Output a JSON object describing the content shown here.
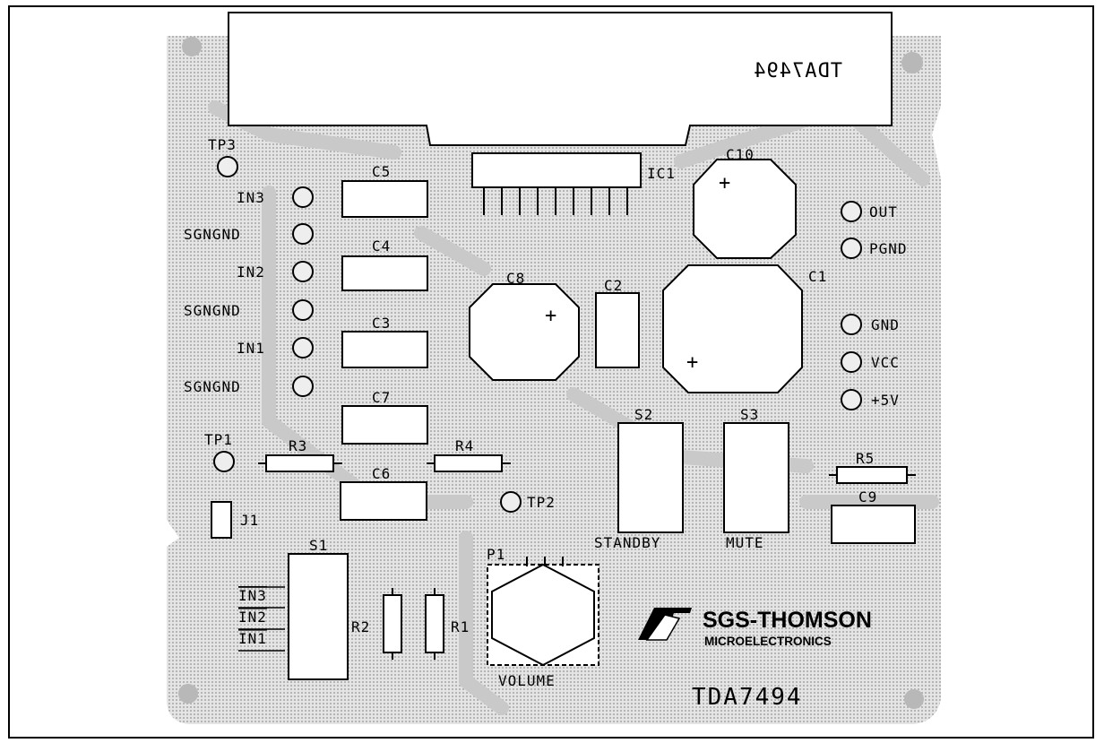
{
  "board": {
    "chip_model": "TDA7494",
    "chip_marking_mirrored": "TDA7494",
    "brand_line1": "SGS-THOMSON",
    "brand_line2": "MICROELECTRONICS",
    "colors": {
      "copper_fill": "#dadada",
      "copper_dot": "#b8b8b8",
      "ink": "#000000",
      "background": "#ffffff"
    }
  },
  "labels": {
    "ic1": "IC1",
    "tp1": "TP1",
    "tp2": "TP2",
    "tp3": "TP3",
    "in1": "IN1",
    "in2": "IN2",
    "in3": "IN3",
    "sgngnd_1": "SGNGND",
    "sgngnd_2": "SGNGND",
    "sgngnd_3": "SGNGND",
    "out": "OUT",
    "pgnd": "PGND",
    "gnd": "GND",
    "vcc": "VCC",
    "p5v": "+5V",
    "c1": "C1",
    "c2": "C2",
    "c3": "C3",
    "c4": "C4",
    "c5": "C5",
    "c6": "C6",
    "c7": "C7",
    "c8": "C8",
    "c9": "C9",
    "c10": "C10",
    "r1": "R1",
    "r2": "R2",
    "r3": "R3",
    "r4": "R4",
    "r5": "R5",
    "s1": "S1",
    "s2": "S2",
    "s3": "S3",
    "j1": "J1",
    "p1": "P1",
    "standby": "STANDBY",
    "mute": "MUTE",
    "volume": "VOLUME",
    "s1_in3": "IN3",
    "s1_in2": "IN2",
    "s1_in1": "IN1"
  }
}
